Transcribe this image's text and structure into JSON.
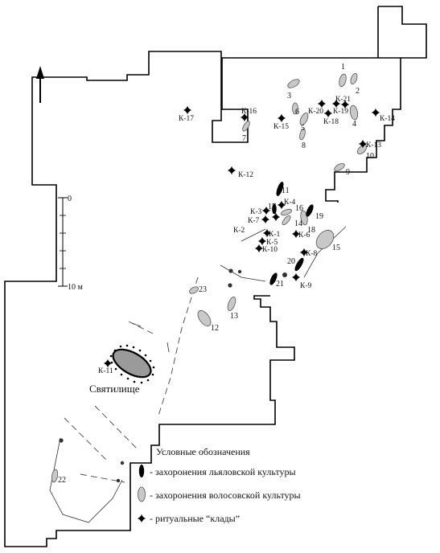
{
  "scale": {
    "zero_label": "0",
    "ten_label": "10 м"
  },
  "north_arrow": "north-arrow-icon",
  "graves": [
    {
      "id": "1",
      "label": "1",
      "culture": "volosovo"
    },
    {
      "id": "2",
      "label": "2",
      "culture": "volosovo"
    },
    {
      "id": "3",
      "label": "3",
      "culture": "volosovo"
    },
    {
      "id": "4",
      "label": "4",
      "culture": "volosovo"
    },
    {
      "id": "5",
      "label": "5",
      "culture": "volosovo"
    },
    {
      "id": "6",
      "label": "6",
      "culture": "volosovo"
    },
    {
      "id": "7",
      "label": "7",
      "culture": "volosovo"
    },
    {
      "id": "8",
      "label": "8",
      "culture": "volosovo"
    },
    {
      "id": "9",
      "label": "9",
      "culture": "volosovo"
    },
    {
      "id": "10",
      "label": "10",
      "culture": "volosovo"
    },
    {
      "id": "11",
      "label": "11",
      "culture": "lyalovo"
    },
    {
      "id": "12",
      "label": "12",
      "culture": "volosovo"
    },
    {
      "id": "13",
      "label": "13",
      "culture": "volosovo"
    },
    {
      "id": "14",
      "label": "14",
      "culture": "volosovo"
    },
    {
      "id": "15",
      "label": "15",
      "culture": "volosovo"
    },
    {
      "id": "16",
      "label": "16",
      "culture": "volosovo"
    },
    {
      "id": "17",
      "label": "17",
      "culture": "lyalovo"
    },
    {
      "id": "18",
      "label": "18",
      "culture": "volosovo"
    },
    {
      "id": "19",
      "label": "19",
      "culture": "lyalovo"
    },
    {
      "id": "20",
      "label": "20",
      "culture": "lyalovo"
    },
    {
      "id": "21",
      "label": "21",
      "culture": "lyalovo"
    },
    {
      "id": "22",
      "label": "22",
      "culture": "volosovo"
    },
    {
      "id": "23",
      "label": "23",
      "culture": "volosovo"
    }
  ],
  "hoards": [
    {
      "id": "K-1",
      "label": "К-1"
    },
    {
      "id": "K-2",
      "label": "К-2"
    },
    {
      "id": "K-3",
      "label": "К-3"
    },
    {
      "id": "K-4",
      "label": "К-4"
    },
    {
      "id": "K-5",
      "label": "К-5"
    },
    {
      "id": "K-6",
      "label": "К-6"
    },
    {
      "id": "K-7",
      "label": "К-7"
    },
    {
      "id": "K-8",
      "label": "К-8"
    },
    {
      "id": "K-9",
      "label": "К-9"
    },
    {
      "id": "K-10",
      "label": "К-10"
    },
    {
      "id": "K-11",
      "label": "К-11"
    },
    {
      "id": "K-12",
      "label": "К-12"
    },
    {
      "id": "K-13",
      "label": "К-13"
    },
    {
      "id": "K-14",
      "label": "К-14"
    },
    {
      "id": "K-15",
      "label": "К-15"
    },
    {
      "id": "K-16",
      "label": "К-16"
    },
    {
      "id": "K-17",
      "label": "К-17"
    },
    {
      "id": "K-18",
      "label": "К-18"
    },
    {
      "id": "K-19",
      "label": "К-19"
    },
    {
      "id": "K-20",
      "label": "К-20"
    },
    {
      "id": "K-21",
      "label": "К-21"
    }
  ],
  "sanctuary": {
    "label": "Святилище"
  },
  "legend": {
    "title": "Условные обозначения",
    "items": [
      {
        "symbol": "lyalovo-grave-symbol",
        "text": "- захоронения льяловской культуры"
      },
      {
        "symbol": "volosovo-grave-symbol",
        "text": "- захоронения волосовской культуры"
      },
      {
        "symbol": "hoard-symbol",
        "text": "- ритуальные “клады”"
      }
    ]
  },
  "colors": {
    "lyalovo": "#000000",
    "volosovo": "#c8c8c8",
    "hoard": "#000000"
  }
}
